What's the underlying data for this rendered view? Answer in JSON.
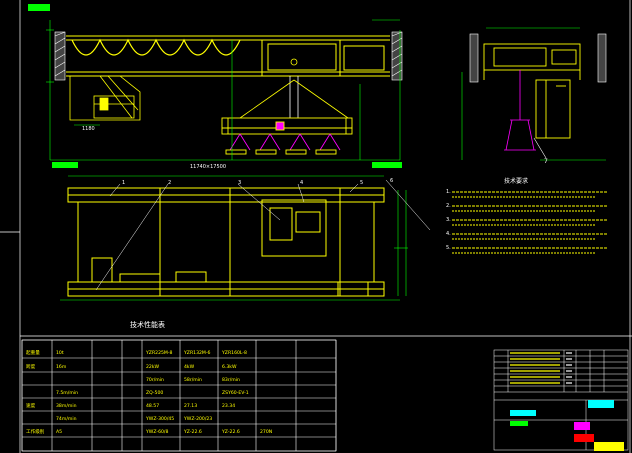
{
  "colors": {
    "background": "#000000",
    "structure": "#ffff00",
    "frame": "#ffffff",
    "dimension": "#00ff00",
    "detail": "#ff00ff",
    "accent": "#00ffff",
    "highlight": "#ff0000"
  },
  "drawing": {
    "corner_tag": "",
    "elevation_dims": {
      "left_height": "",
      "span": "11740×17500",
      "hook_dim": "1180"
    },
    "plan_balloons": [
      "1",
      "2",
      "3",
      "4",
      "5",
      "6"
    ],
    "section_balloons": [
      "7"
    ],
    "notes_title": "技术要求",
    "notes": [
      "1.",
      "2.",
      "3.",
      "4.",
      "5."
    ]
  },
  "spec_table": {
    "title": "技术性能表",
    "rows": [
      [
        "起重量",
        "10t",
        "",
        "",
        "YZR225M-8",
        "YZR132M-6",
        "YZR160L-8",
        ""
      ],
      [
        "跨度",
        "16m",
        "",
        "",
        "22kW",
        "4kW",
        "6.3kW",
        ""
      ],
      [
        "",
        "",
        "",
        "",
        "70r/min",
        "58r/min",
        "83r/min",
        ""
      ],
      [
        "",
        "7.5m/min",
        "",
        "",
        "ZQ-500",
        "",
        "ZSY60-EV-1",
        ""
      ],
      [
        "速度",
        "38m/min",
        "",
        "",
        "48.57",
        "27.13",
        "23.34",
        ""
      ],
      [
        "",
        "74m/min",
        "",
        "",
        "YWZ-300/45",
        "YWZ-200/23",
        "",
        ""
      ],
      [
        "工作级别",
        "A5",
        "",
        "",
        "YWZ-60/8",
        "YZ-22.6",
        "YZ-22.6",
        "270N"
      ]
    ]
  },
  "title_block": {
    "title": "",
    "rows": 6
  }
}
